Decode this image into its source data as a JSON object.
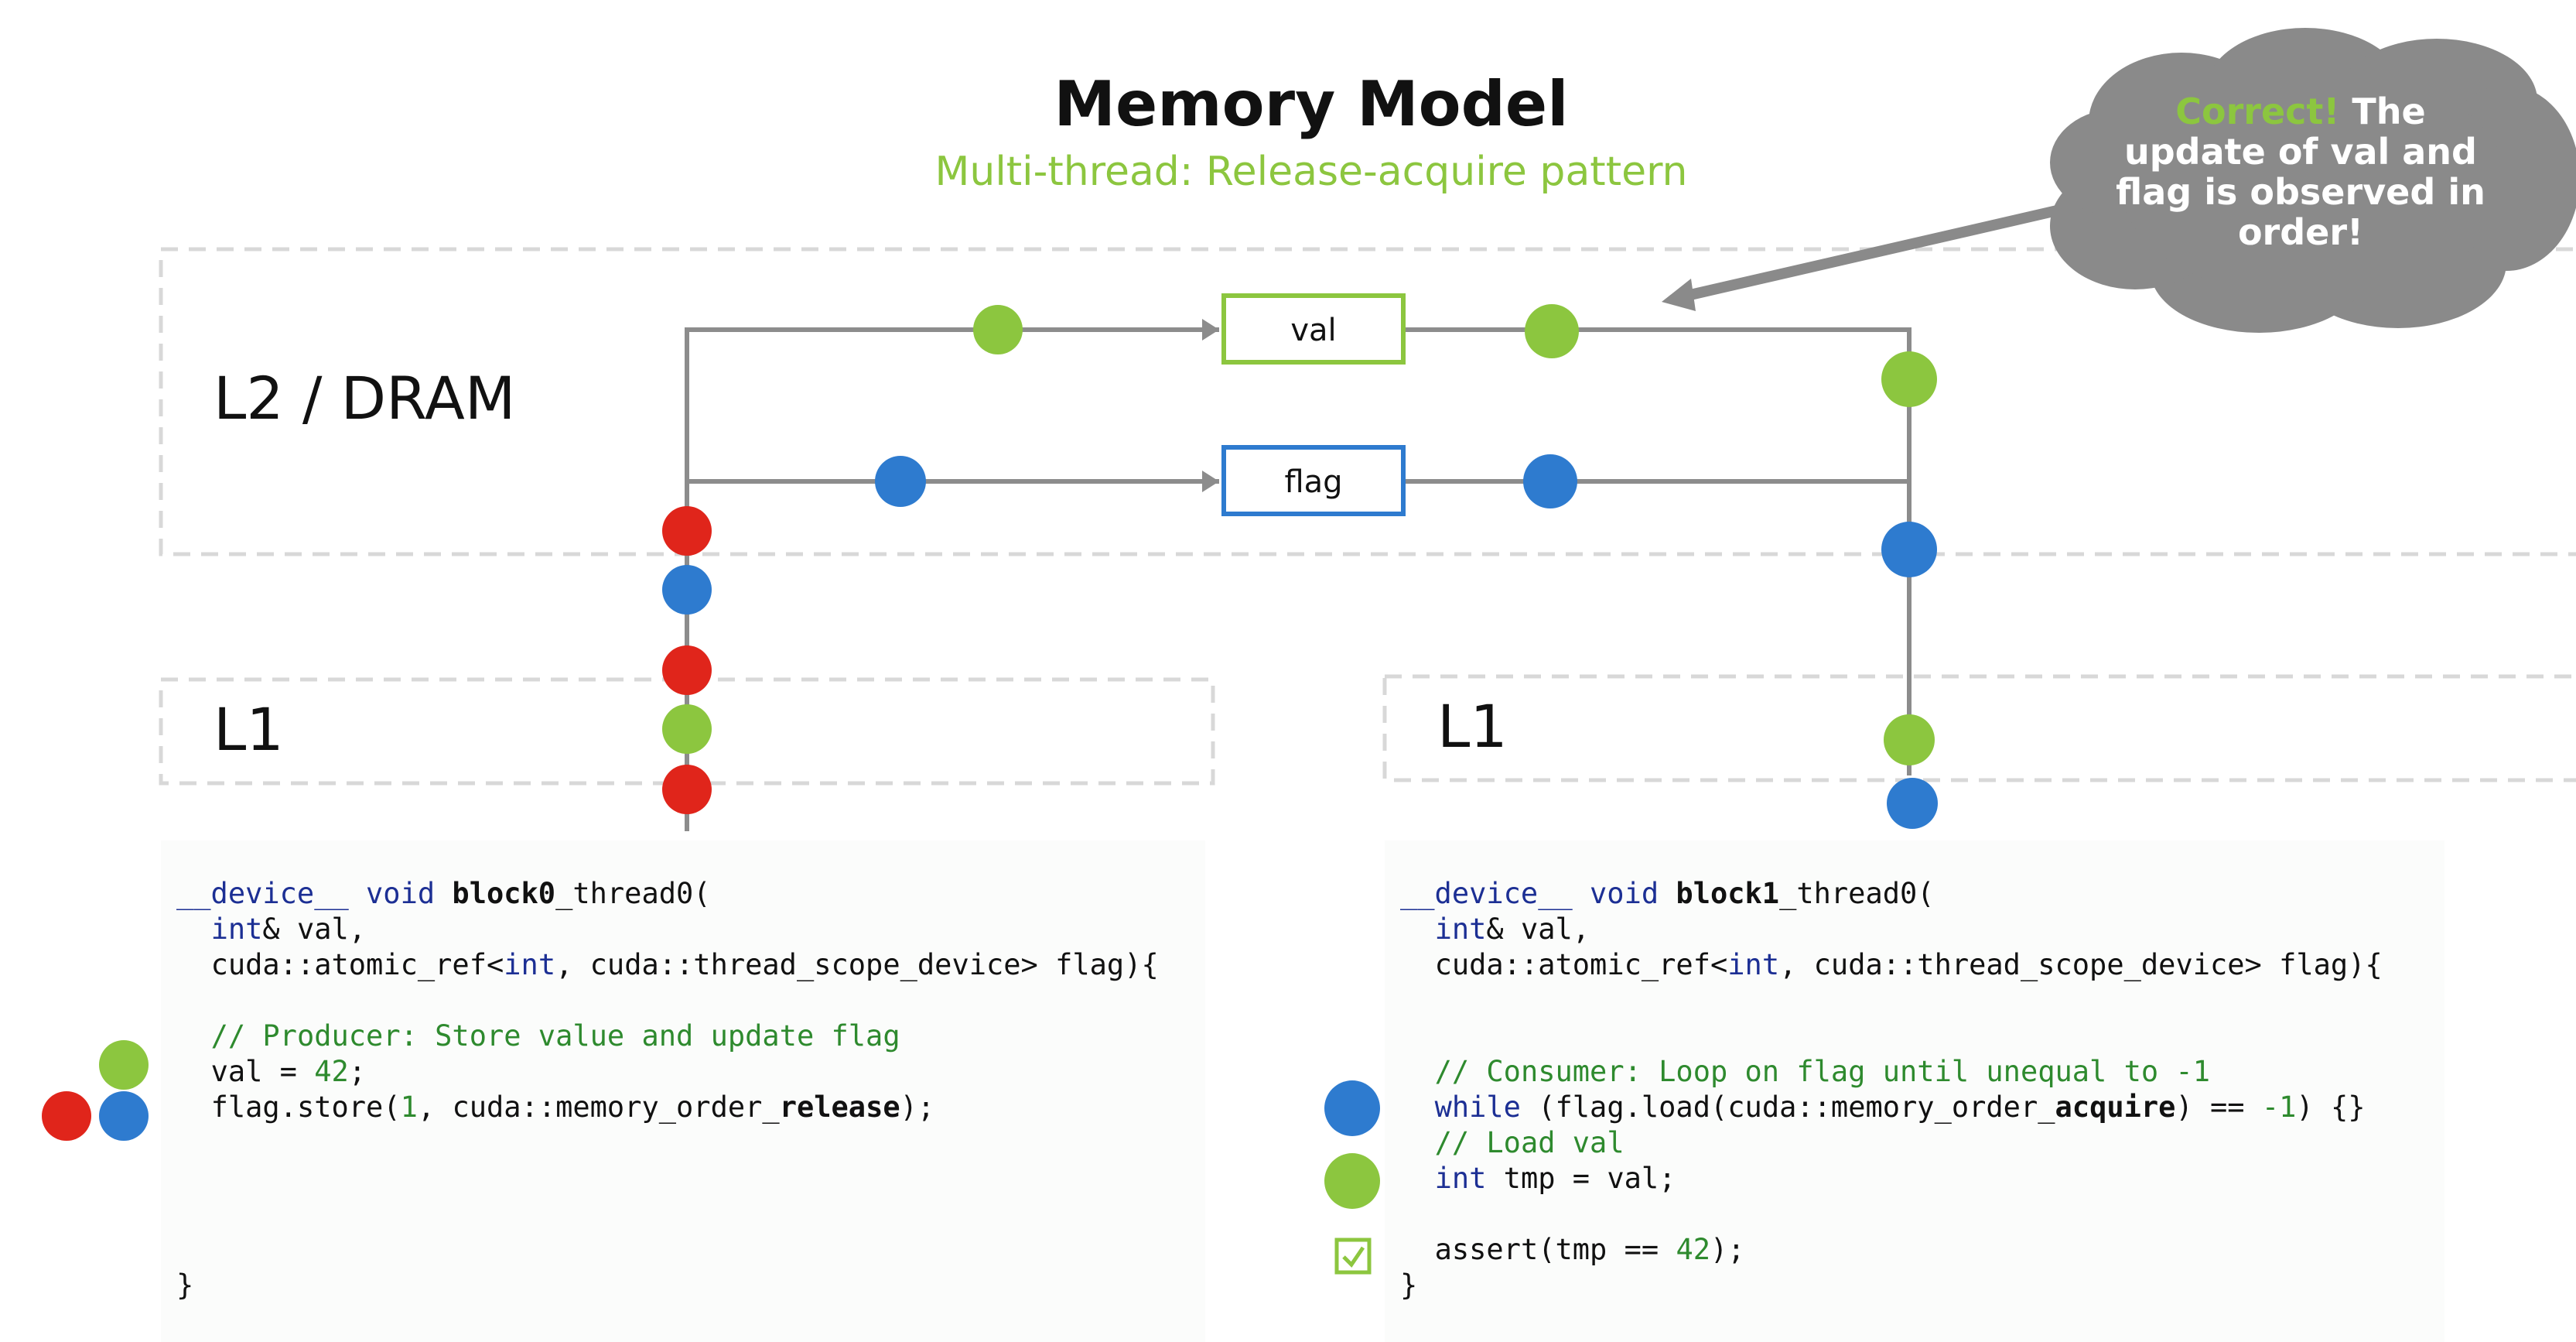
{
  "title": "Memory Model",
  "subtitle": "Multi-thread: Release-acquire pattern",
  "layers": {
    "l2": "L2 / DRAM",
    "l1_left": "L1",
    "l1_right": "L1"
  },
  "boxes": {
    "val": "val",
    "flag": "flag"
  },
  "callout": {
    "highlight": "Correct!",
    "text": " The update of val and flag is observed in order!"
  },
  "code_left": {
    "sig_kw": "__device__ void ",
    "sig_name_bold": "block0",
    "sig_name_rest": "_thread0(",
    "param1_kw": "int",
    "param1_rest": "& val,",
    "param2_a": "cuda::atomic_ref<",
    "param2_kw": "int",
    "param2_b": ", cuda::thread_scope_device> flag){",
    "comment": "// Producer: Store value and update flag",
    "stmt1_a": "val = ",
    "stmt1_num": "42",
    "stmt1_b": ";",
    "stmt2_a": "flag.store(",
    "stmt2_num": "1",
    "stmt2_b": ", cuda::memory_order_",
    "stmt2_bold": "release",
    "stmt2_c": ");",
    "close": "}"
  },
  "code_right": {
    "sig_kw": "__device__ void ",
    "sig_name_bold": "block1",
    "sig_name_rest": "_thread0(",
    "param1_kw": "int",
    "param1_rest": "& val,",
    "param2_a": "cuda::atomic_ref<",
    "param2_kw": "int",
    "param2_b": ", cuda::thread_scope_device> flag){",
    "comment1": "// Consumer: Loop on flag until unequal to -1",
    "while_kw": "while",
    "while_a": " (flag.load(cuda::memory_order_",
    "while_bold": "acquire",
    "while_b": ") == ",
    "while_num": "-1",
    "while_c": ") {}",
    "comment2": "// Load val",
    "int_kw": "int",
    "int_rest": " tmp = val;",
    "assert_a": "assert(tmp == ",
    "assert_num": "42",
    "assert_b": ");",
    "close": "}"
  },
  "colors": {
    "green": "#8cc63f",
    "blue": "#2e7bcf",
    "red": "#e0251b",
    "line": "#8c8c8c",
    "dash": "#d8d8d8",
    "cloud": "#8a8a8a"
  }
}
